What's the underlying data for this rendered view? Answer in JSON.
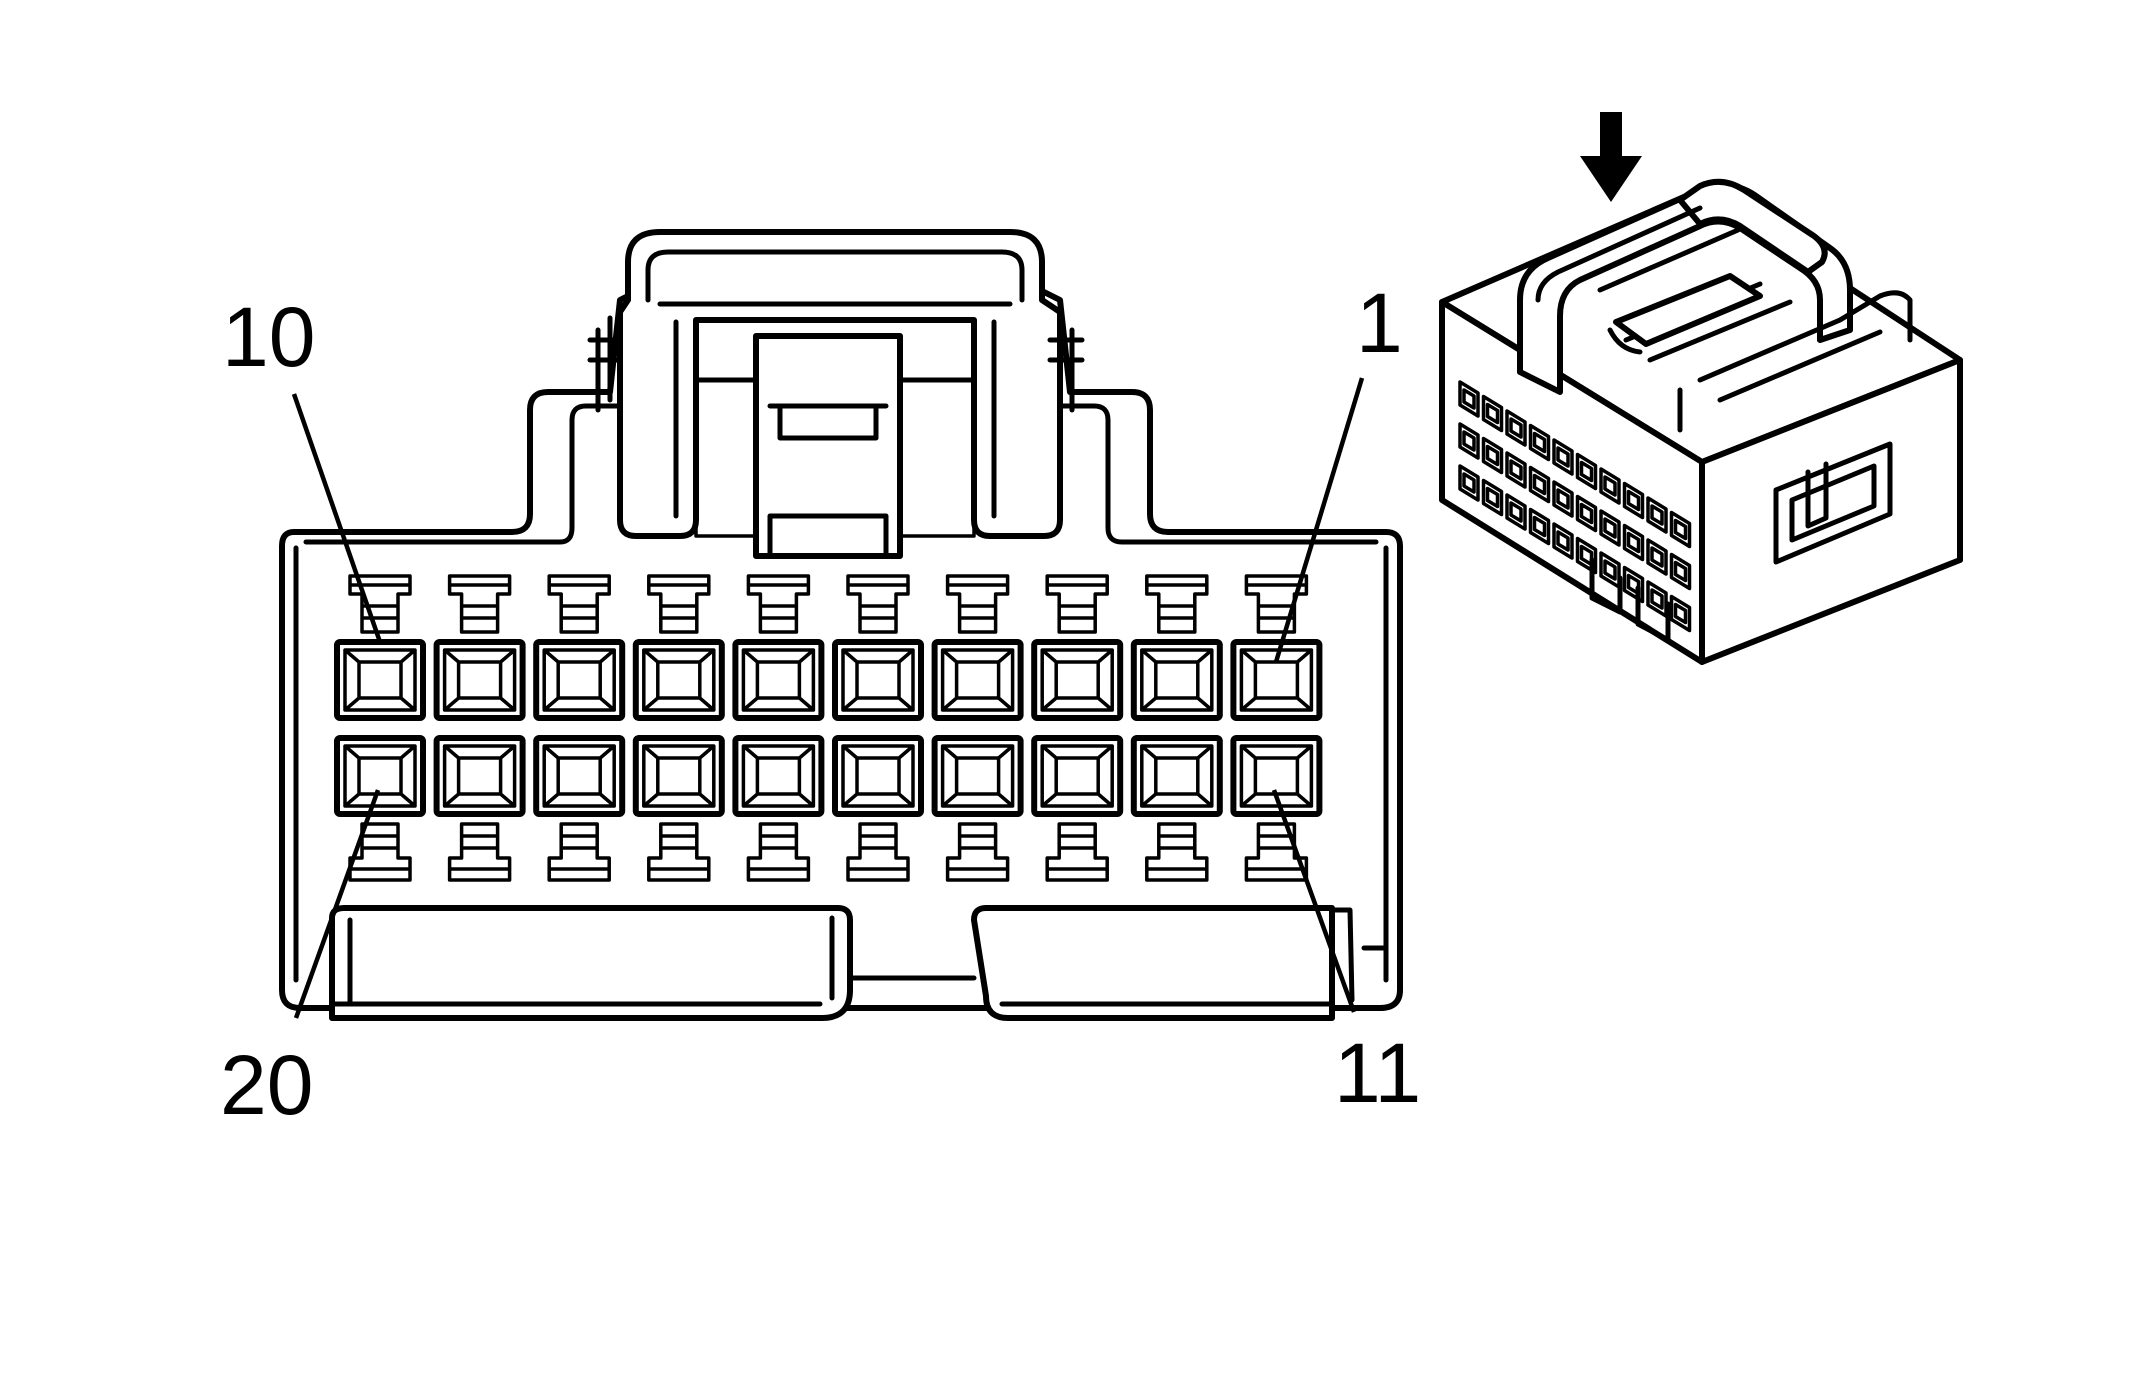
{
  "diagram": {
    "pin_labels": {
      "top_left": "10",
      "top_right": "1",
      "bottom_left": "20",
      "bottom_right": "11"
    },
    "cavity_rows": 2,
    "cavities_per_row": 10,
    "insertion_arrow": "down-arrow-icon"
  }
}
